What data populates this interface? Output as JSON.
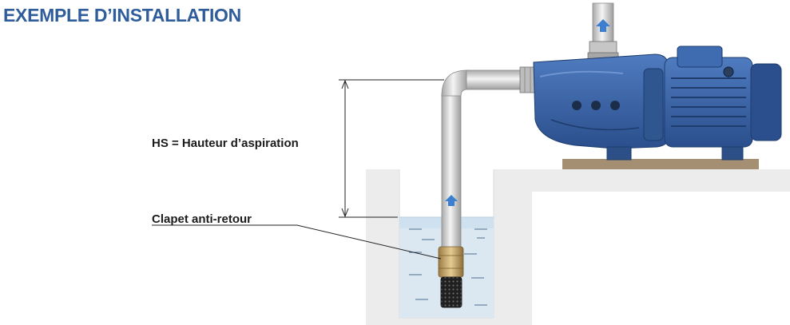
{
  "title": "EXEMPLE D’INSTALLATION",
  "labels": {
    "suction_height": "HS = Hauteur d’aspiration",
    "check_valve": "Clapet anti-retour"
  },
  "colors": {
    "title": "#2f5d9b",
    "pump_body": "#3a63a8",
    "pump_dark": "#25477f",
    "pipe": "#d2d2d2",
    "water": "#dbe8f2",
    "wall": "#ececec",
    "arrow": "#3c7fd0",
    "brass": "#c9a56b"
  },
  "icons": [
    "flow-arrow-icon",
    "flow-arrow-icon",
    "check-valve-icon",
    "electric-motor-icon"
  ]
}
